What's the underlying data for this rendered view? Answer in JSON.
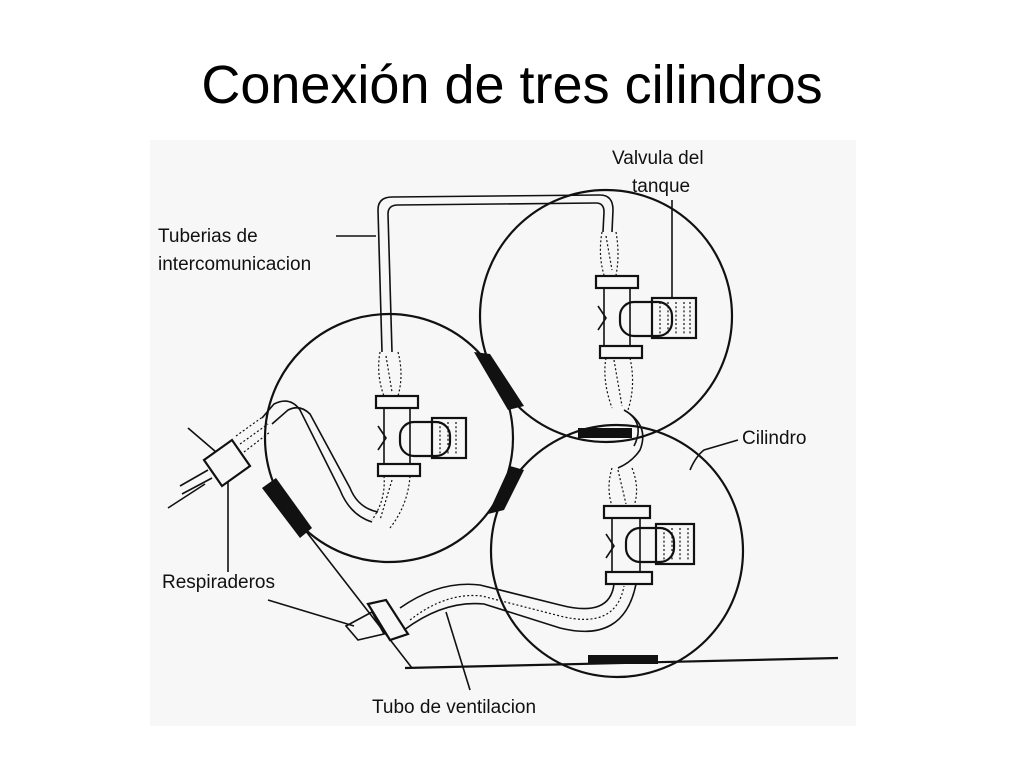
{
  "title": "Conexión de tres cilindros",
  "labels": {
    "valve_line1": "Valvula del",
    "valve_line2": "tanque",
    "pipes_line1": "Tuberias de",
    "pipes_line2": "intercomunicacion",
    "cylinder": "Cilindro",
    "vents": "Respiraderos",
    "vent_tube": "Tubo de ventilacion"
  }
}
